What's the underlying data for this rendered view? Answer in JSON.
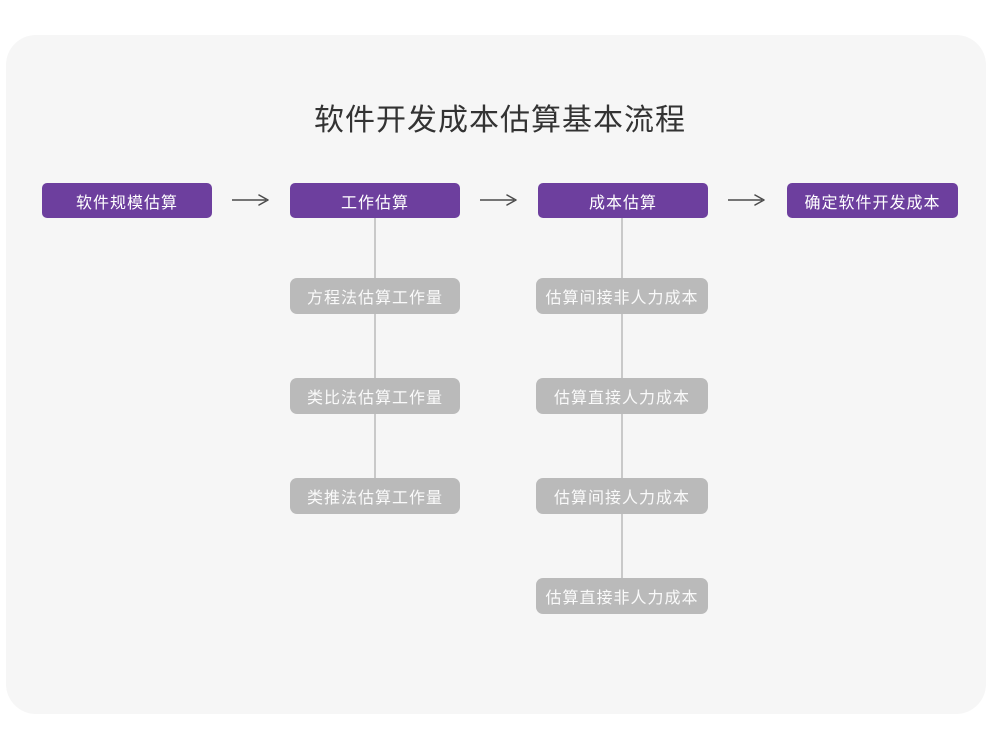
{
  "title": "软件开发成本估算基本流程",
  "colors": {
    "accent_purple": "#6d3f9e",
    "sub_node_gray": "#bababa",
    "connector_gray": "#c9c9c9",
    "arrow_dark": "#4a4a4a",
    "card_background": "#f6f6f6",
    "page_background": "#ffffff",
    "title_text": "#333333",
    "node_text": "#ffffff"
  },
  "flow": {
    "main_nodes": [
      {
        "label": "软件规模估算"
      },
      {
        "label": "工作估算"
      },
      {
        "label": "成本估算"
      },
      {
        "label": "确定软件开发成本"
      }
    ],
    "work_sub_nodes": [
      {
        "label": "方程法估算工作量"
      },
      {
        "label": "类比法估算工作量"
      },
      {
        "label": "类推法估算工作量"
      }
    ],
    "cost_sub_nodes": [
      {
        "label": "估算间接非人力成本"
      },
      {
        "label": "估算直接人力成本"
      },
      {
        "label": "估算间接人力成本"
      },
      {
        "label": "估算直接非人力成本"
      }
    ]
  }
}
